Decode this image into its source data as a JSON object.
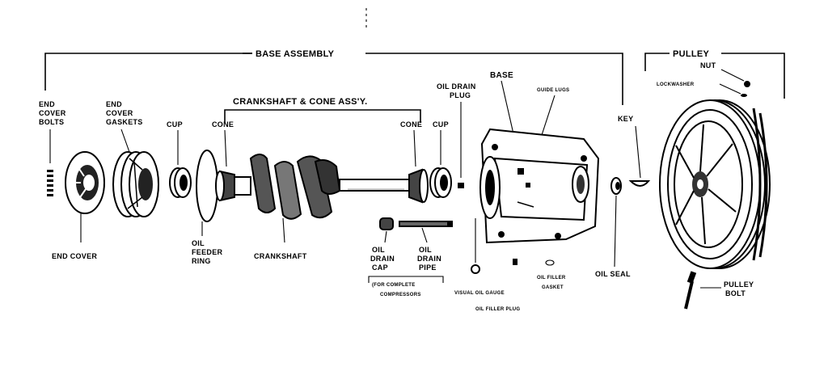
{
  "labels": {
    "base_assembly": "BASE  ASSEMBLY",
    "pulley": "PULLEY",
    "end_cover_bolts": [
      "END",
      "COVER",
      "BOLTS"
    ],
    "end_cover_gaskets": [
      "END",
      "COVER",
      "GASKETS"
    ],
    "cup_left": "CUP",
    "crankshaft_cone_assy": "CRANKSHAFT & CONE ASS'Y.",
    "cone_left": "CONE",
    "cone_right": "CONE",
    "cup_right": "CUP",
    "oil_drain_plug": [
      "OIL DRAIN",
      "PLUG"
    ],
    "base": "BASE",
    "guide_lugs": "GUIDE LUGS",
    "key": "KEY",
    "nut": "NUT",
    "lockwasher": "LOCKWASHER",
    "end_cover": "END COVER",
    "oil_feeder_ring": [
      "OIL",
      "FEEDER",
      "RING"
    ],
    "crankshaft": "CRANKSHAFT",
    "oil_drain_cap": [
      "OIL",
      "DRAIN",
      "CAP"
    ],
    "oil_drain_pipe": [
      "OIL",
      "DRAIN",
      "PIPE"
    ],
    "for_complete_compressors": [
      "(FOR COMPLETE",
      "COMPRESSORS"
    ],
    "visual_oil_gauge": "VISUAL OIL GAUGE",
    "oil_filler_plug": "OIL FILLER PLUG",
    "oil_filler_gasket": [
      "OIL FILLER",
      "GASKET"
    ],
    "oil_seal": "OIL SEAL",
    "pulley_bolt": [
      "PULLEY",
      "BOLT"
    ]
  }
}
